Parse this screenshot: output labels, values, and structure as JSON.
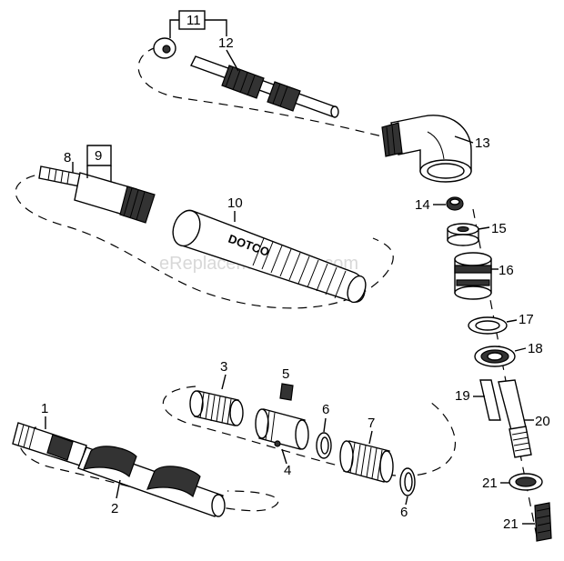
{
  "diagram": {
    "watermark": "eReplacementParts.com",
    "logo_text": "DOTCO",
    "callouts": {
      "c1": "1",
      "c2": "2",
      "c3": "3",
      "c4": "4",
      "c5": "5",
      "c6a": "6",
      "c6b": "6",
      "c7": "7",
      "c8": "8",
      "c9": "9",
      "c10": "10",
      "c11": "11",
      "c12": "12",
      "c13": "13",
      "c14": "14",
      "c15": "15",
      "c16": "16",
      "c17": "17",
      "c18": "18",
      "c19": "19",
      "c20": "20",
      "c21a": "21",
      "c21b": "21"
    }
  }
}
